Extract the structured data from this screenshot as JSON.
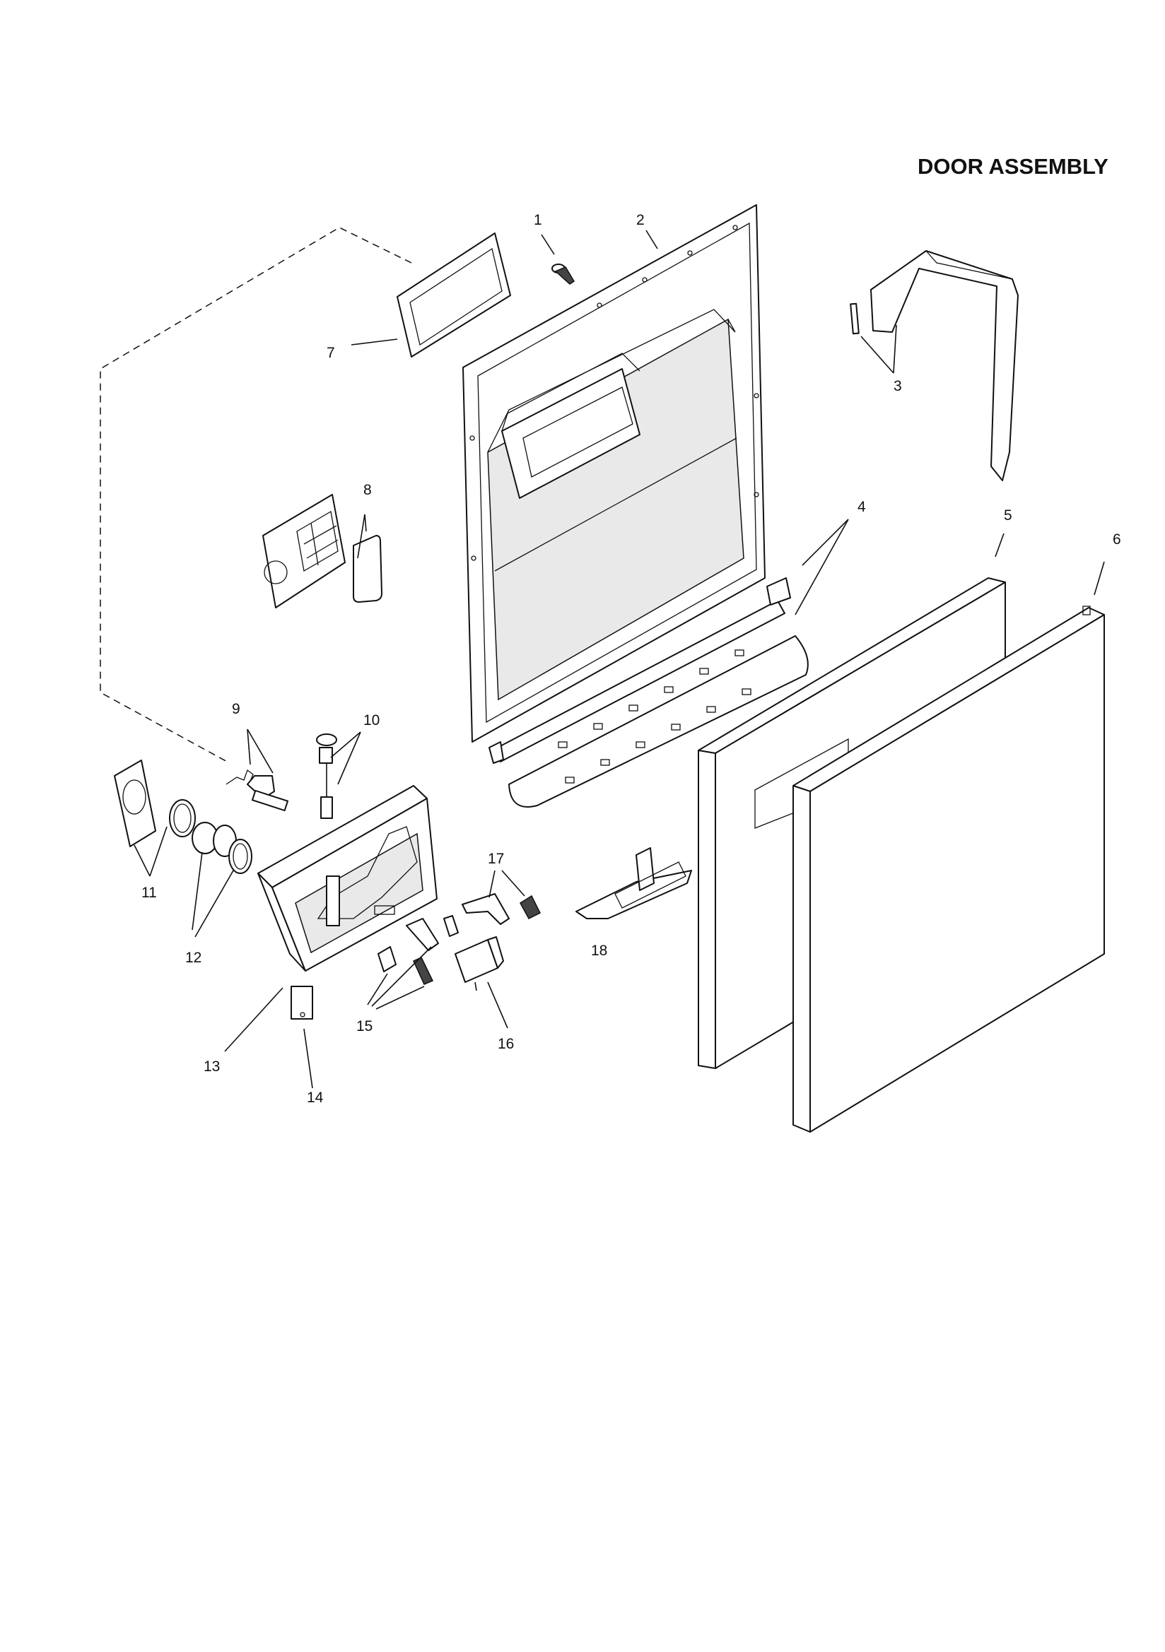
{
  "title": "DOOR ASSEMBLY",
  "parts": [
    {
      "id": "1",
      "label": "1"
    },
    {
      "id": "2",
      "label": "2"
    },
    {
      "id": "3",
      "label": "3"
    },
    {
      "id": "4",
      "label": "4"
    },
    {
      "id": "5",
      "label": "5"
    },
    {
      "id": "6",
      "label": "6"
    },
    {
      "id": "7",
      "label": "7"
    },
    {
      "id": "8",
      "label": "8"
    },
    {
      "id": "9",
      "label": "9"
    },
    {
      "id": "10",
      "label": "10"
    },
    {
      "id": "11",
      "label": "11"
    },
    {
      "id": "12",
      "label": "12"
    },
    {
      "id": "13",
      "label": "13"
    },
    {
      "id": "14",
      "label": "14"
    },
    {
      "id": "15",
      "label": "15"
    },
    {
      "id": "16",
      "label": "16"
    },
    {
      "id": "17",
      "label": "17"
    },
    {
      "id": "18",
      "label": "18"
    }
  ]
}
